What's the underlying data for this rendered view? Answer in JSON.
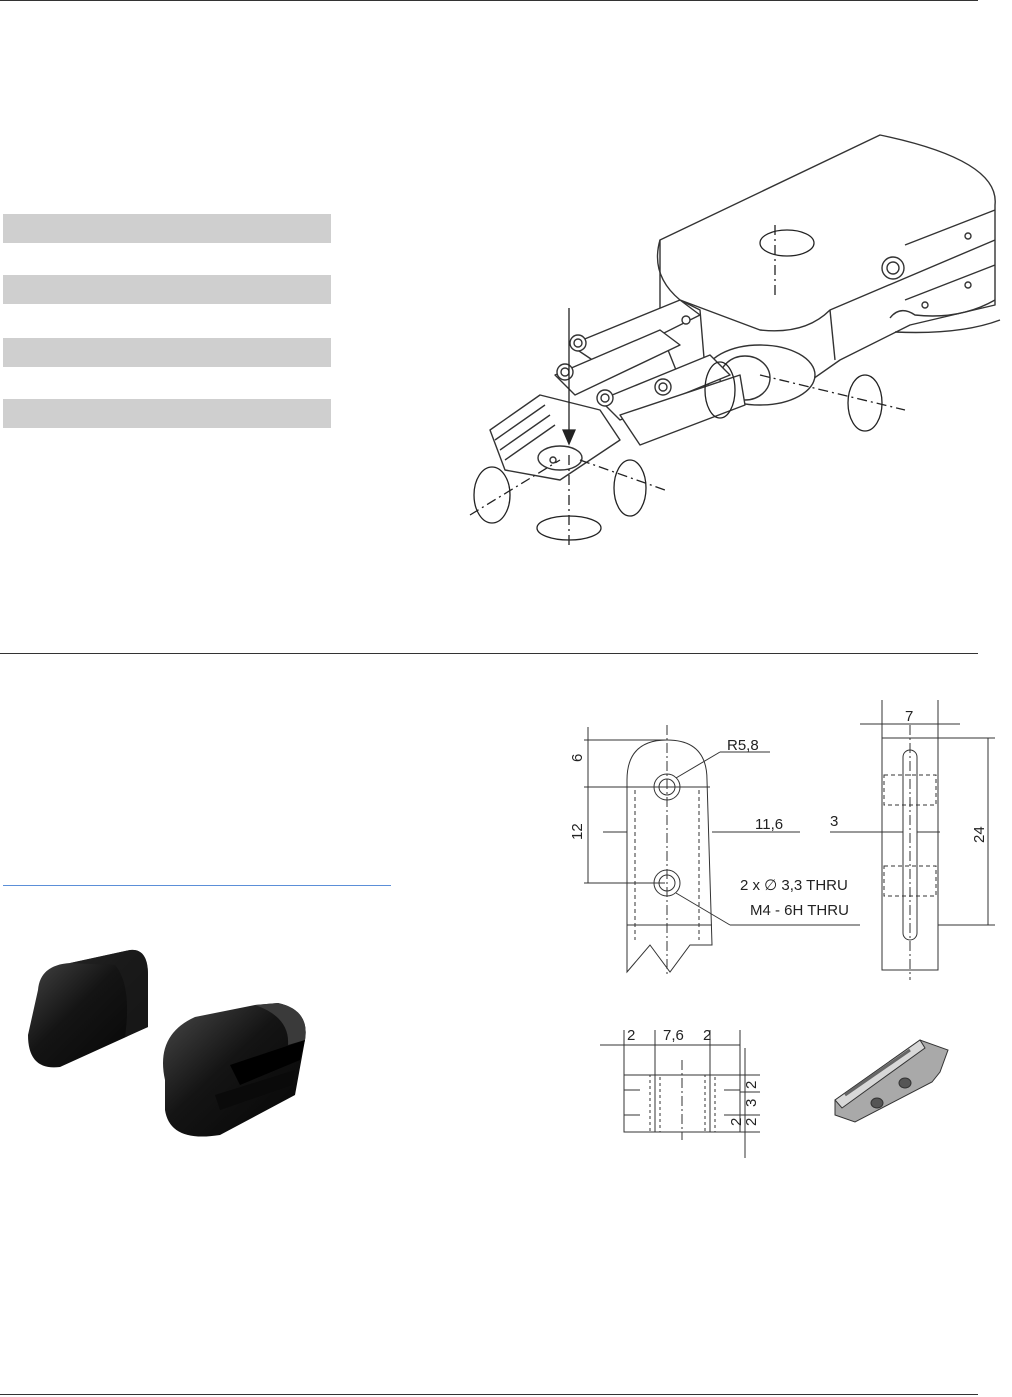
{
  "drawing": {
    "front_view": {
      "radius": "R5,8",
      "dim_top": "6",
      "dim_mid": "12",
      "width": "11,6",
      "hole_note_1": "2 x ∅ 3,3 THRU",
      "hole_note_2": "M4 - 6H THRU"
    },
    "side_view": {
      "width": "7",
      "height": "24",
      "slot": "3"
    },
    "bottom_view": {
      "left": "2",
      "middle": "7,6",
      "right": "2",
      "v_top": "2",
      "v_mid": "3",
      "v_low": "2",
      "v_bottom": "2"
    }
  }
}
